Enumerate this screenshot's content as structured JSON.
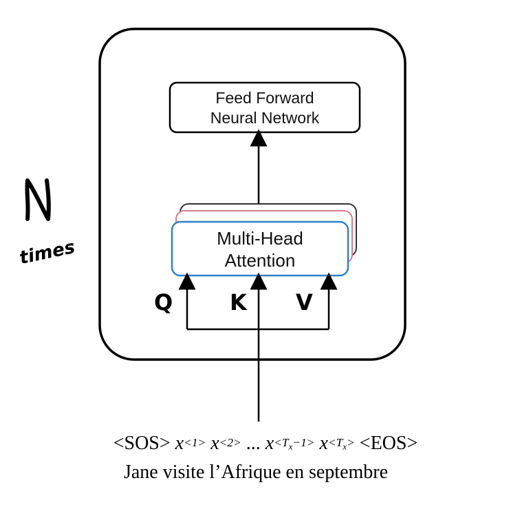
{
  "ffn": {
    "line1": "Feed Forward",
    "line2": "Neural Network"
  },
  "mha": {
    "line1": "Multi-Head",
    "line2": "Attention"
  },
  "side_note": {
    "n": "N",
    "times": "times"
  },
  "inputs_labels": {
    "q": "Q",
    "k": "K",
    "v": "V"
  },
  "sequence": {
    "sos": "<SOS>",
    "x": "x",
    "sup1": "<1>",
    "sup2": "<2>",
    "ellipsis": "...",
    "sup_tx_minus": "<T",
    "sub_x": "x",
    "minus1": "−1>",
    "sup_tx_open": "<T",
    "sup_tx_close": ">",
    "eos": "<EOS>"
  },
  "sentence": "Jane visite l’Afrique en septembre",
  "colors": {
    "mha_border": "#2f80c8",
    "stack_pink": "#d87a8a",
    "stack_dark": "#333333"
  }
}
